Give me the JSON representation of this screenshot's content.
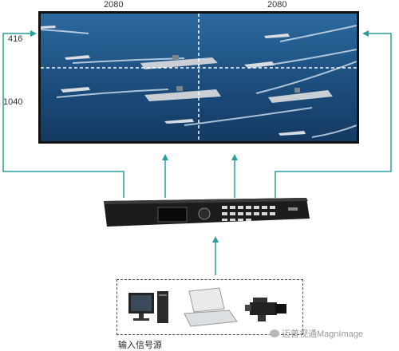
{
  "screen": {
    "top_labels": [
      "2080",
      "2080"
    ],
    "left_labels": [
      "416",
      "1040"
    ]
  },
  "input_section": {
    "caption": "输入信号源",
    "devices": [
      "desktop-computer",
      "laptop",
      "video-camera"
    ]
  },
  "watermark": {
    "text": "迈普视通MagnImage"
  },
  "colors": {
    "arrow": "#2a9d9d",
    "sea": "#1d4f80",
    "frame": "#111111",
    "device_body": "#1c1c1c"
  }
}
